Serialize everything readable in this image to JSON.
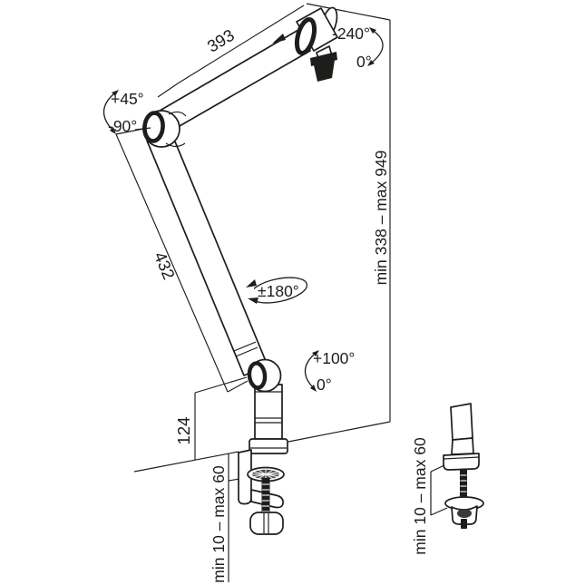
{
  "colors": {
    "line": "#1d1d1b",
    "background": "#ffffff"
  },
  "labels": {
    "upper_arm_length": "393",
    "lower_arm_length": "432",
    "base_height": "124",
    "height_range": "min 338 – max 949",
    "clamp_range_main": "min 10 – max 60",
    "clamp_range_detail": "min 10 – max 60",
    "mic_rotation_max": "-240°",
    "mic_rotation_min": "0°",
    "elbow_rotation_up": "+45°",
    "elbow_rotation_down": "-90°",
    "arm_swivel": "±180°",
    "base_rotation_max": "+100°",
    "base_rotation_min": "0°"
  }
}
